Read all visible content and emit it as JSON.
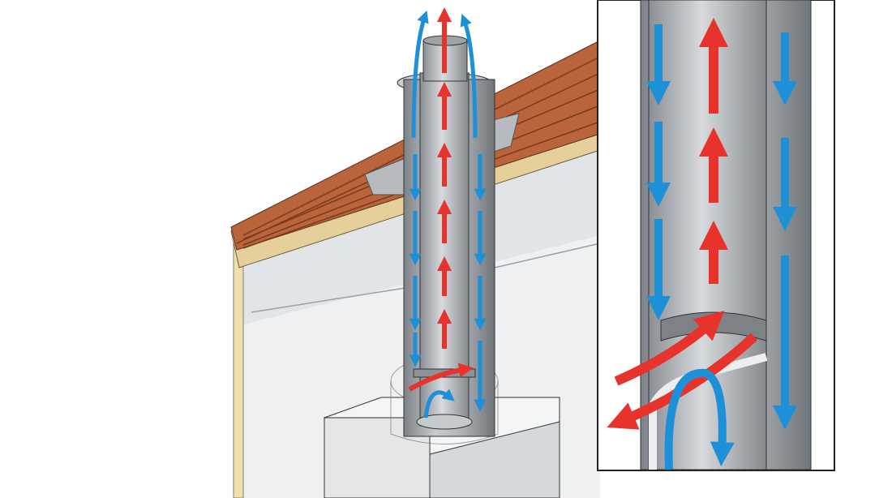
{
  "illustration": {
    "subject": "concentric-flue-airflow",
    "colors": {
      "exhaust_arrow": "#e8322c",
      "intake_arrow": "#1e90d8",
      "pipe": "#a9adb2",
      "pipe_dark": "#7d8287",
      "roof_tile": "#b9643b",
      "wall": "#e6e8ea",
      "fascia": "#efe0b0",
      "box": "#eceeef"
    },
    "icons": [
      "exhaust-arrow-up",
      "intake-arrow-down"
    ]
  }
}
